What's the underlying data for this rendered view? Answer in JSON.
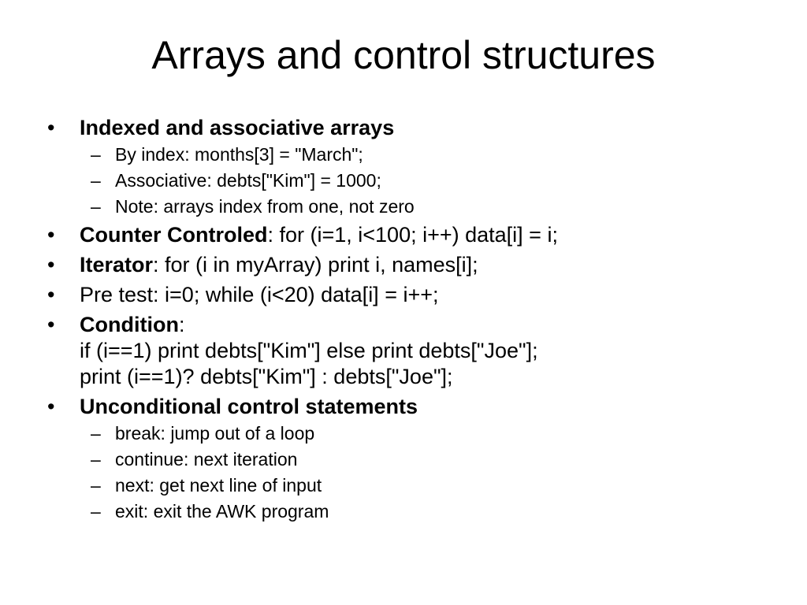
{
  "slide": {
    "title": "Arrays and control structures",
    "bullet_glyph": "•",
    "dash_glyph": "–",
    "items": [
      {
        "label": "Indexed and associative arrays",
        "rest": "",
        "sub": [
          "By index: months[3] = \"March\";",
          "Associative: debts[\"Kim\"] = 1000;",
          "Note: arrays index from one, not zero"
        ]
      },
      {
        "label": "Counter Controled",
        "rest": ": for (i=1, i<100; i++) data[i] = i;"
      },
      {
        "label": "Iterator",
        "rest": ": for (i in myArray) print i, names[i];"
      },
      {
        "label": "",
        "rest": "Pre test: i=0; while (i<20) data[i] = i++;"
      },
      {
        "label": "Condition",
        "rest": ":",
        "line2": "if (i==1) print debts[\"Kim\"] else print debts[\"Joe\"];",
        "line3": "print (i==1)? debts[\"Kim\"] : debts[\"Joe\"];"
      },
      {
        "label": "Unconditional control statements",
        "rest": "",
        "sub": [
          "break: jump out of a loop",
          "continue: next iteration",
          "next: get next line of input",
          "exit: exit the AWK program"
        ]
      }
    ]
  }
}
